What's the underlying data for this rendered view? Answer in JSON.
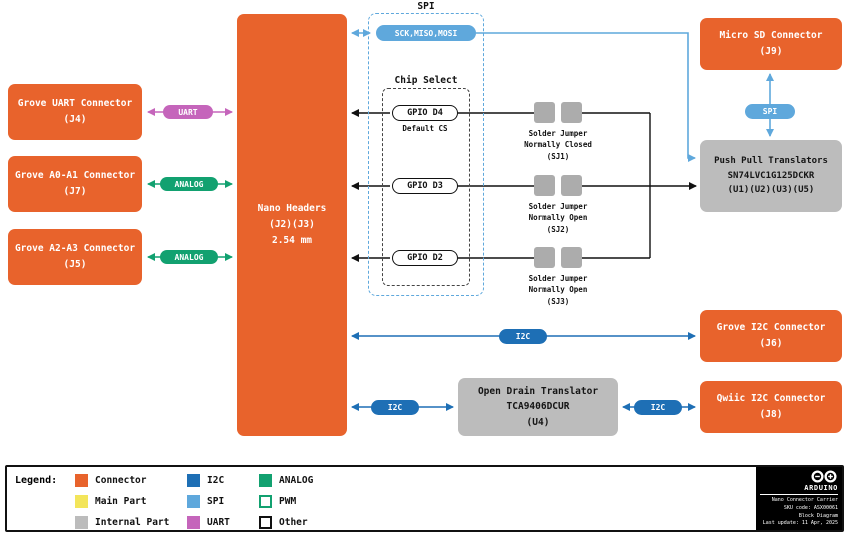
{
  "colors": {
    "connector_orange": "#E8632C",
    "internal_gray": "#BCBCBC",
    "main_part_yellow": "#F3E55A",
    "i2c_blue": "#1E6FB5",
    "spi_light_blue": "#5FA8DC",
    "uart_purple": "#C565BB",
    "analog_green": "#12A170",
    "other_black": "#111111"
  },
  "blocks": {
    "grove_uart": {
      "title": "Grove UART Connector",
      "ref": "(J4)"
    },
    "grove_a0a1": {
      "title": "Grove A0-A1 Connector",
      "ref": "(J7)"
    },
    "grove_a2a3": {
      "title": "Grove A2-A3 Connector",
      "ref": "(J5)"
    },
    "nano_headers": {
      "line1": "Nano Headers",
      "line2": "(J2)(J3)",
      "line3": "2.54 mm"
    },
    "micro_sd": {
      "title": "Micro SD Connector",
      "ref": "(J9)"
    },
    "push_pull": {
      "line1": "Push Pull Translators",
      "line2": "SN74LVC1G125DCKR",
      "line3": "(U1)(U2)(U3)(U5)"
    },
    "grove_i2c": {
      "title": "Grove I2C Connector",
      "ref": "(J6)"
    },
    "qwiic_i2c": {
      "title": "Qwiic I2C Connector",
      "ref": "(J8)"
    },
    "open_drain": {
      "line1": "Open Drain Translator",
      "line2": "TCA9406DCUR",
      "line3": "(U4)"
    },
    "sj1": {
      "line1": "Solder Jumper",
      "line2": "Normally Closed",
      "line3": "(SJ1)"
    },
    "sj2": {
      "line1": "Solder Jumper",
      "line2": "Normally Open",
      "line3": "(SJ2)"
    },
    "sj3": {
      "line1": "Solder Jumper",
      "line2": "Normally Open",
      "line3": "(SJ3)"
    }
  },
  "groups": {
    "spi_label": "SPI",
    "chip_select_label": "Chip Select"
  },
  "pills": {
    "uart": "UART",
    "analog_a0a1": "ANALOG",
    "analog_a2a3": "ANALOG",
    "sck_miso_mosi": "SCK,MISO,MOSI",
    "spi_sd": "SPI",
    "gpio_d4": "GPIO D4",
    "gpio_d4_note": "Default CS",
    "gpio_d3": "GPIO D3",
    "gpio_d2": "GPIO D2",
    "i2c_grove": "I2C",
    "i2c_nano_od": "I2C",
    "i2c_od_qwiic": "I2C"
  },
  "legend": {
    "title": "Legend:",
    "items": [
      {
        "label": "Connector",
        "swatch": "background:#E8632C"
      },
      {
        "label": "Main Part",
        "swatch": "background:#F3E55A"
      },
      {
        "label": "Internal Part",
        "swatch": "background:#BCBCBC"
      },
      {
        "label": "I2C",
        "swatch": "background:#1E6FB5"
      },
      {
        "label": "SPI",
        "swatch": "background:#5FA8DC"
      },
      {
        "label": "UART",
        "swatch": "background:#C565BB"
      },
      {
        "label": "ANALOG",
        "swatch": "background:#12A170"
      },
      {
        "label": "PWM",
        "swatch": "background:#ffffff;border:2px solid #12A170"
      },
      {
        "label": "Other",
        "swatch": "background:#ffffff;border:2px solid #111111"
      }
    ]
  },
  "footer": {
    "brand": "ARDUINO",
    "line1": "Nano Connector Carrier",
    "line2": "SKU code: ASX00061",
    "line3": "Block Diagram",
    "line4": "Last update: 11 Apr, 2025"
  }
}
